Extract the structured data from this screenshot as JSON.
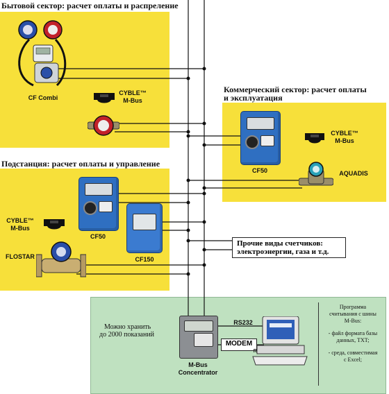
{
  "domestic": {
    "title": "Бытовой сектор: расчет оплаты и распреление",
    "cf_combi": "CF Combi",
    "cyble_line1": "CYBLE™",
    "cyble_line2": "M-Bus"
  },
  "commercial": {
    "title_line1": "Коммерческий сектор: расчет оплаты",
    "title_line2": "и эксплуатация",
    "cf50": "CF50",
    "cyble_line1": "CYBLE™",
    "cyble_line2": "M-Bus",
    "aquadis": "AQUADIS"
  },
  "substation": {
    "title": "Подстанция: расчет оплаты и управление",
    "cyble_line1": "CYBLE™",
    "cyble_line2": "M-Bus",
    "cf50": "CF50",
    "cf150": "CF150",
    "flostar": "FLOSTAR M"
  },
  "other_meters": {
    "line1": "Прочие виды счетчиков:",
    "line2": "электроэнергии, газа и т.д."
  },
  "concentrator": {
    "storage_line1": "Можно хранить",
    "storage_line2": "до 2000 показаний",
    "name_line1": "M-Bus",
    "name_line2": "Concentrator",
    "rs232": "RS232",
    "modem": "MODEM",
    "rtc": "RTC"
  },
  "software": {
    "title_line1": "Программа",
    "title_line2": "считывания с шины",
    "title_line3": "M-Bus:",
    "item1_line1": "- файл формата базы",
    "item1_line2": "данных, TXT;",
    "item2_line1": "- среда, совместимая",
    "item2_line2": "с Excel;"
  },
  "colors": {
    "yellow_panel": "#f7e03a",
    "green_panel": "#bfe1c0",
    "device_blue": "#2f6fc1"
  }
}
